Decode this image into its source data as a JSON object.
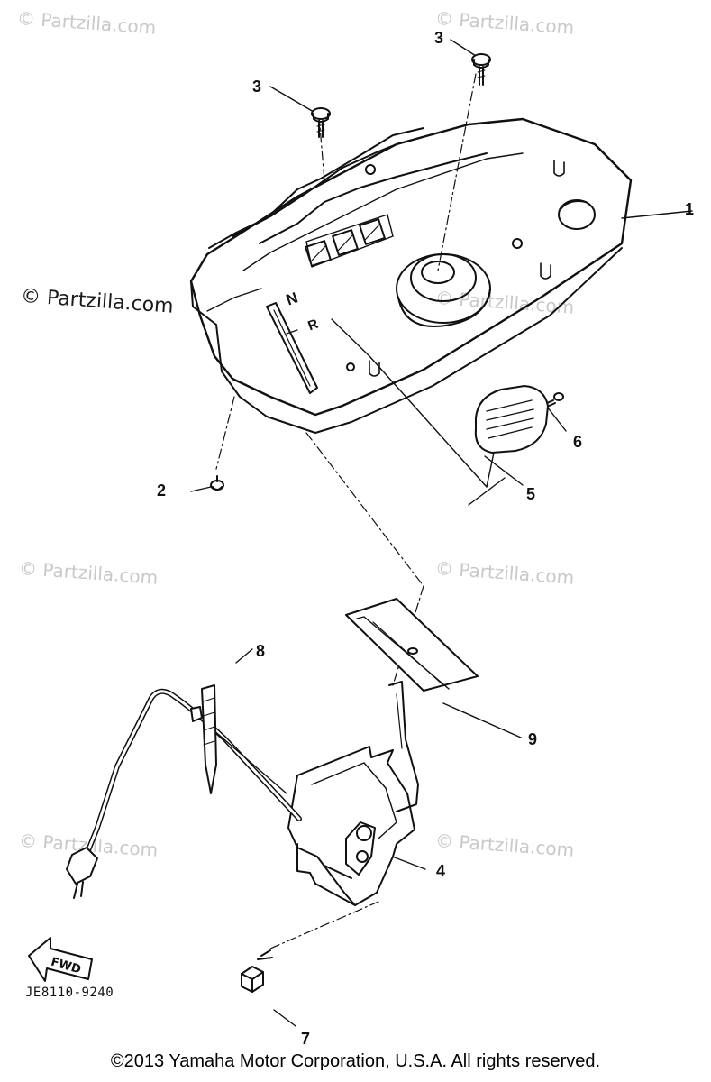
{
  "watermarks": [
    {
      "text": "© Partzilla.com",
      "strong": false
    },
    {
      "text": "© Partzilla.com",
      "strong": false
    },
    {
      "text": "© Partzilla.com",
      "strong": true
    },
    {
      "text": "© Partzilla.com",
      "strong": false
    },
    {
      "text": "© Partzilla.com",
      "strong": false
    },
    {
      "text": "© Partzilla.com",
      "strong": false
    },
    {
      "text": "© Partzilla.com",
      "strong": false
    },
    {
      "text": "© Partzilla.com",
      "strong": false
    }
  ],
  "callouts": [
    "1",
    "2",
    "3",
    "3",
    "4",
    "5",
    "6",
    "7",
    "8",
    "9"
  ],
  "fwd_label": "FWD",
  "diagram_code": "JE8110-9240",
  "copyright": "©2013  Yamaha Motor Corporation, U.S.A. All rights reserved.",
  "panel_letters": {
    "n": "N",
    "r": "R"
  }
}
